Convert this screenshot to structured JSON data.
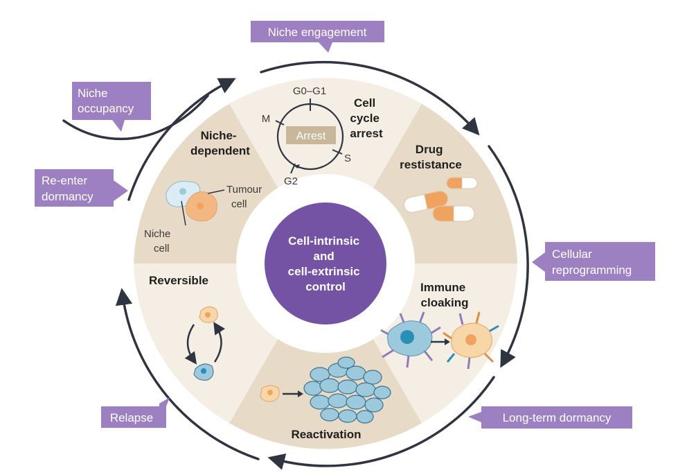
{
  "colors": {
    "segment_dark": "#e7dac6",
    "segment_light": "#f4eee4",
    "ring": "#ffffff",
    "center": "#7453a5",
    "callout": "#9d80c2",
    "arrow": "#2e3440",
    "cell_blue": "#9cc9db",
    "cell_orange": "#f0a35f",
    "pill_orange": "#f0a35f"
  },
  "center": {
    "line1": "Cell-intrinsic",
    "line2": "and",
    "line3": "cell-extrinsic",
    "line4": "control"
  },
  "segments": {
    "cell_cycle": {
      "title1": "Cell",
      "title2": "cycle",
      "title3": "arrest",
      "phase_g0g1": "G0–G1",
      "phase_m": "M",
      "phase_s": "S",
      "phase_g2": "G2",
      "arrest": "Arrest"
    },
    "drug": {
      "title1": "Drug",
      "title2": "restistance"
    },
    "immune": {
      "title1": "Immune",
      "title2": "cloaking"
    },
    "reactivation": {
      "title": "Reactivation"
    },
    "reversible": {
      "title": "Reversible"
    },
    "niche": {
      "title1": "Niche-",
      "title2": "dependent",
      "tumour1": "Tumour",
      "tumour2": "cell",
      "niche1": "Niche",
      "niche2": "cell"
    }
  },
  "callouts": {
    "niche_engagement": "Niche engagement",
    "niche_occupancy1": "Niche",
    "niche_occupancy2": "occupancy",
    "reenter1": "Re-enter",
    "reenter2": "dormancy",
    "cellular1": "Cellular",
    "cellular2": "reprogramming",
    "long_term": "Long-term dormancy",
    "relapse": "Relapse"
  }
}
